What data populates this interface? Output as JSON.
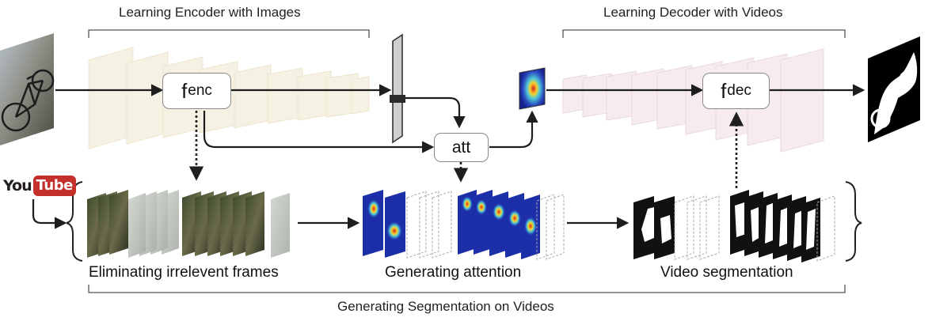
{
  "labels": {
    "encoder_title": "Learning Encoder with Images",
    "decoder_title": "Learning Decoder with Videos",
    "stage_eliminate": "Eliminating irrelevent frames",
    "stage_attention": "Generating attention",
    "stage_segmentation": "Video segmentation",
    "bottom_title": "Generating Segmentation on Videos"
  },
  "nodes": {
    "encoder": {
      "main": "f",
      "sub": "enc"
    },
    "decoder": {
      "main": "f",
      "sub": "dec"
    },
    "attention": "att"
  },
  "logo": {
    "part1": "You",
    "part2": "Tube"
  },
  "colors": {
    "encoder_layers": "#f6f2e3",
    "decoder_layers": "#f6ecee",
    "arrow": "#1e1e1e",
    "node_border": "#8a8a8a",
    "heatmap_low": "#1a2a9c",
    "heatmap_high": "#d9261c",
    "youtube_red": "#c4302b"
  }
}
